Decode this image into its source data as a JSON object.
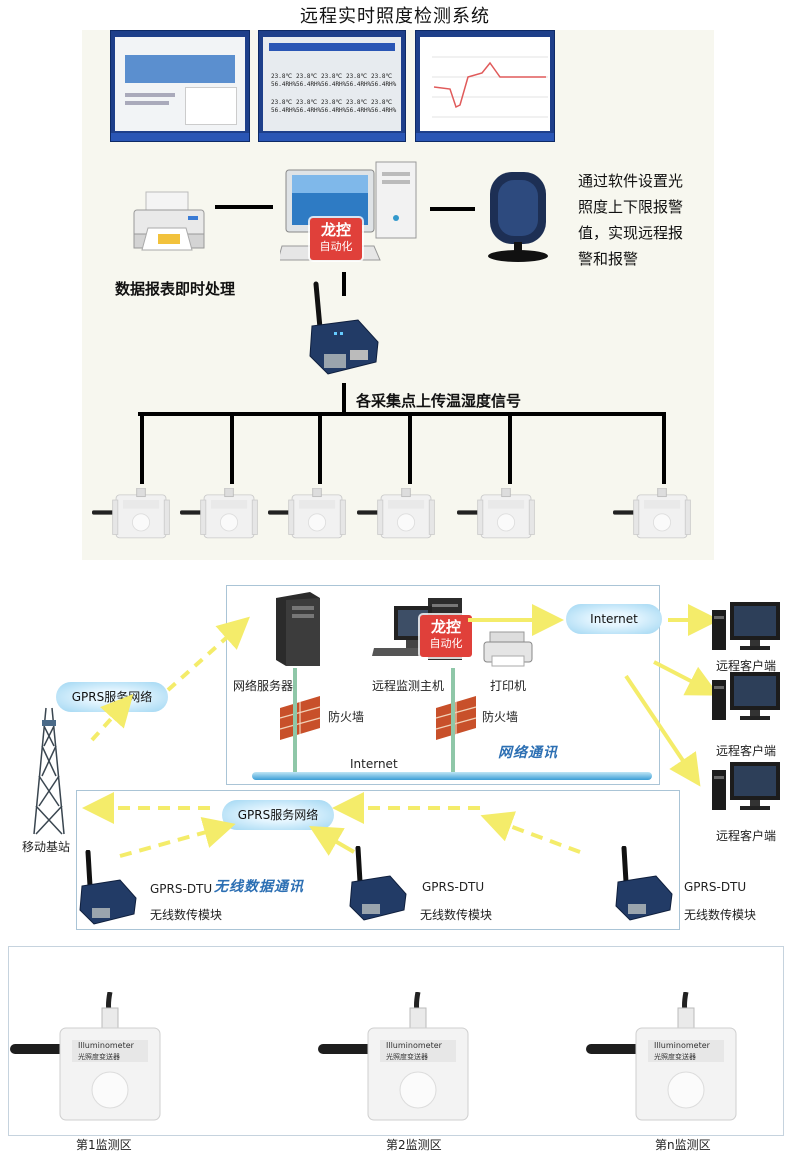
{
  "title": "远程实时照度检测系统",
  "top": {
    "report_label": "数据报表即时处理",
    "alarm_note": [
      "通过软件设置光",
      "照度上下限报警",
      "值，实现远程报",
      "警和报警"
    ],
    "signal_label": "各采集点上传温湿度信号",
    "logo_line1": "龙控",
    "logo_line2": "自动化",
    "screen_values": [
      "23.8℃",
      "56.4RH%"
    ]
  },
  "middle": {
    "gprs_cloud": "GPRS服务网络",
    "web_server": "网络服务器",
    "monitor_host": "远程监测主机",
    "printer": "打印机",
    "firewall": "防火墙",
    "internet_line": "Internet",
    "internet_cloud": "Internet",
    "net_comm": "网络通讯",
    "client": "远程客户端",
    "base_station": "移动基站",
    "gprs_cloud_2": "GPRS服务网络",
    "wireless_comm": "无线数据通讯",
    "dtu": "GPRS-DTU",
    "module": "无线数传模块",
    "logo_line1": "龙控",
    "logo_line2": "自动化"
  },
  "bottom": {
    "sensor_name": "Illuminometer",
    "sensor_sub": "光照度变送器",
    "zones": [
      "第1监测区",
      "第2监测区",
      "第n监测区"
    ]
  },
  "colors": {
    "arrow": "#f4ec6a",
    "firewall": "#c8502a",
    "panel": "#f7f7ef",
    "logo": "#e0403a",
    "net": "#2c6fb3"
  }
}
